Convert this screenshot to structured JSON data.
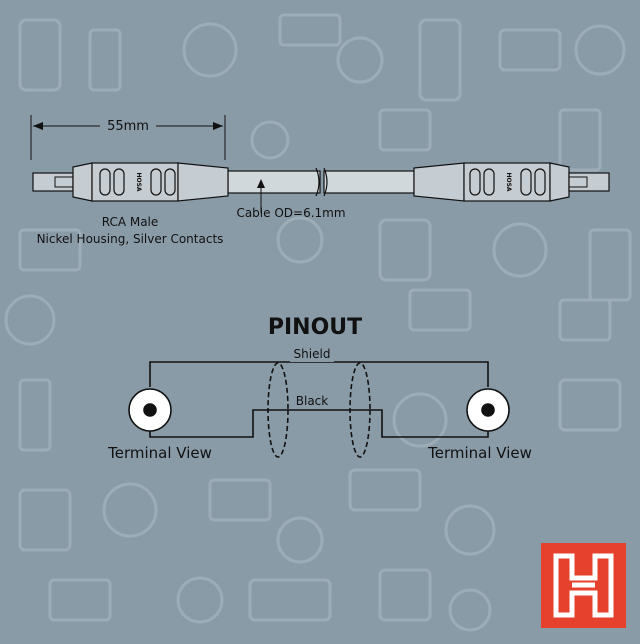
{
  "dimension": {
    "length_label": "55mm"
  },
  "cable": {
    "connector_label_line1": "RCA Male",
    "connector_label_line2": "Nickel Housing, Silver Contacts",
    "od_label": "Cable OD=6.1mm",
    "brand_mark": "HOSA"
  },
  "pinout": {
    "title": "PINOUT",
    "shield_label": "Shield",
    "black_label": "Black",
    "left_terminal_label": "Terminal View",
    "right_terminal_label": "Terminal View"
  },
  "colors": {
    "background": "#8a9ba8",
    "pattern": "#9babb7",
    "line": "#111111",
    "plug_body": "#c6cdd2",
    "logo": "#e5412d"
  },
  "logo": {
    "name": "hosa-logo"
  }
}
